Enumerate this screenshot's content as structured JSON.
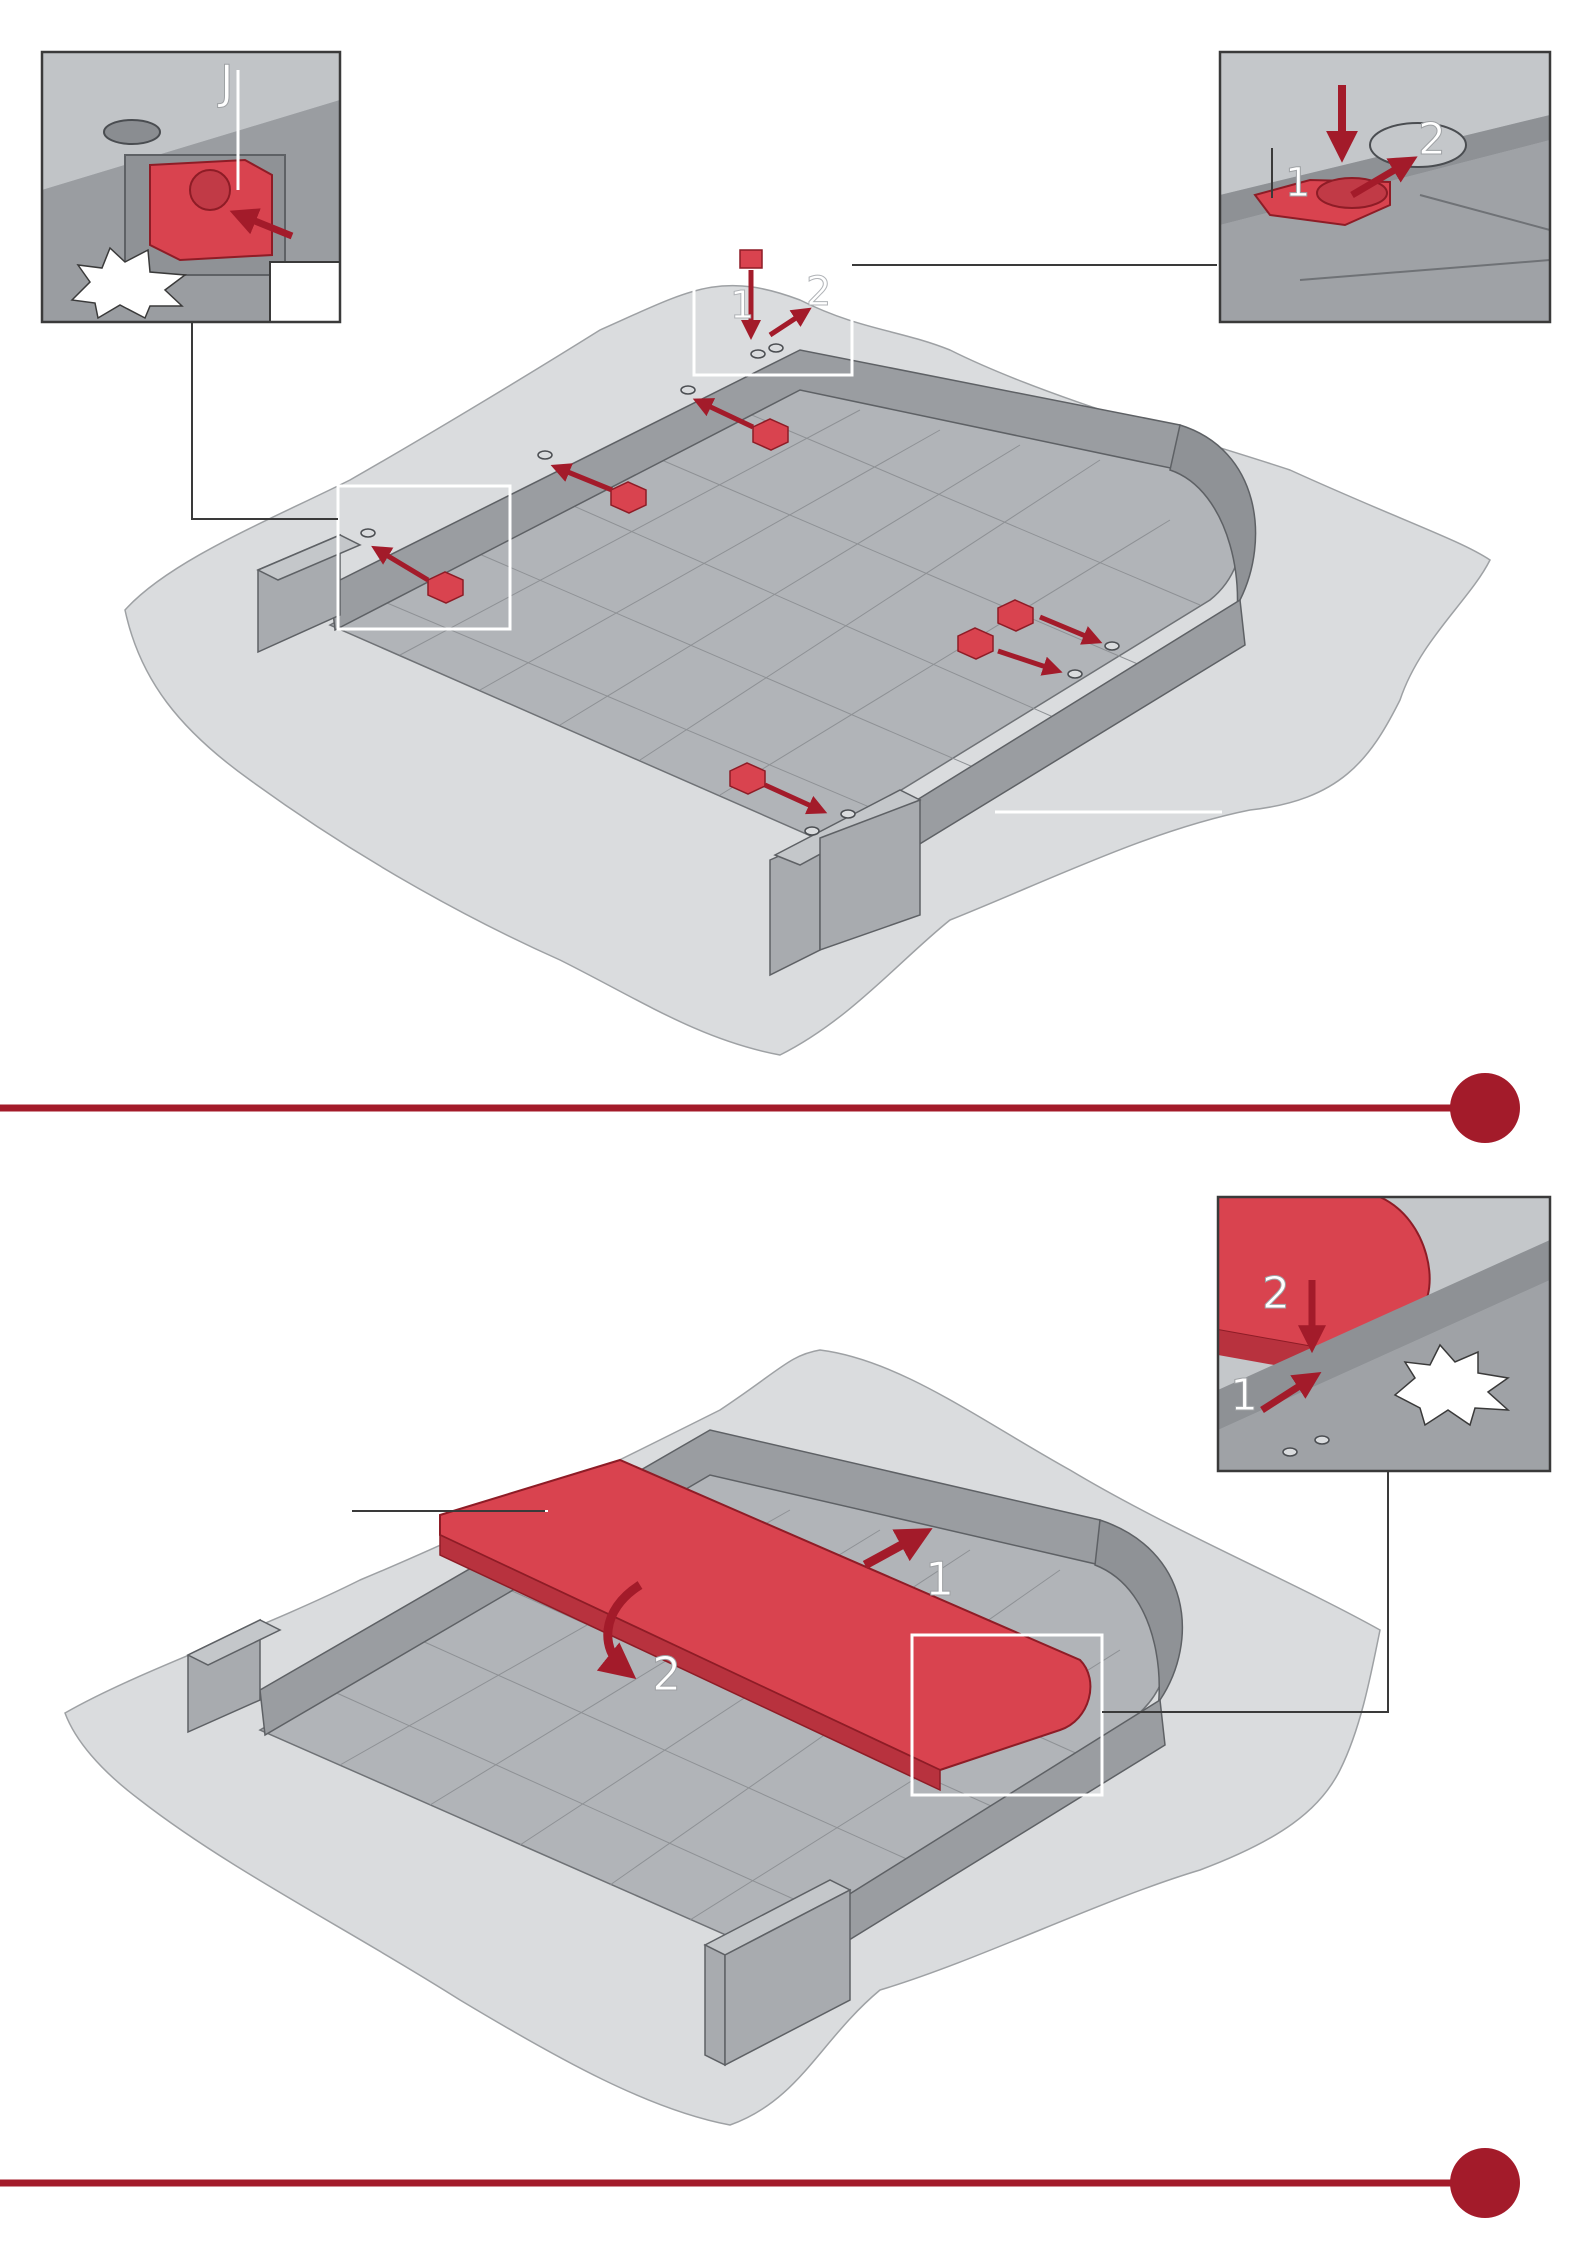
{
  "colors": {
    "accent_red": "#a31b2a",
    "part_red": "#d9434f",
    "frame_gray": "#a2a5a9",
    "frame_dark": "#6f7276",
    "sheet": "#dadcde",
    "panel_border": "#3a3a3a"
  },
  "step1": {
    "callout_left": {
      "label": "J"
    },
    "callout_right": {
      "step_a": "1",
      "step_b": "2"
    },
    "center_detail": {
      "step_a": "1",
      "step_b": "2"
    },
    "divider": {
      "marker": "filled-circle"
    }
  },
  "step2": {
    "main": {
      "step_a": "1",
      "step_b": "2"
    },
    "callout_right": {
      "step_a": "1",
      "step_b": "2"
    },
    "divider": {
      "marker": "filled-circle"
    }
  },
  "icons": [
    "click-burst-icon",
    "push-arrow-icon",
    "rotate-arrow-icon"
  ]
}
